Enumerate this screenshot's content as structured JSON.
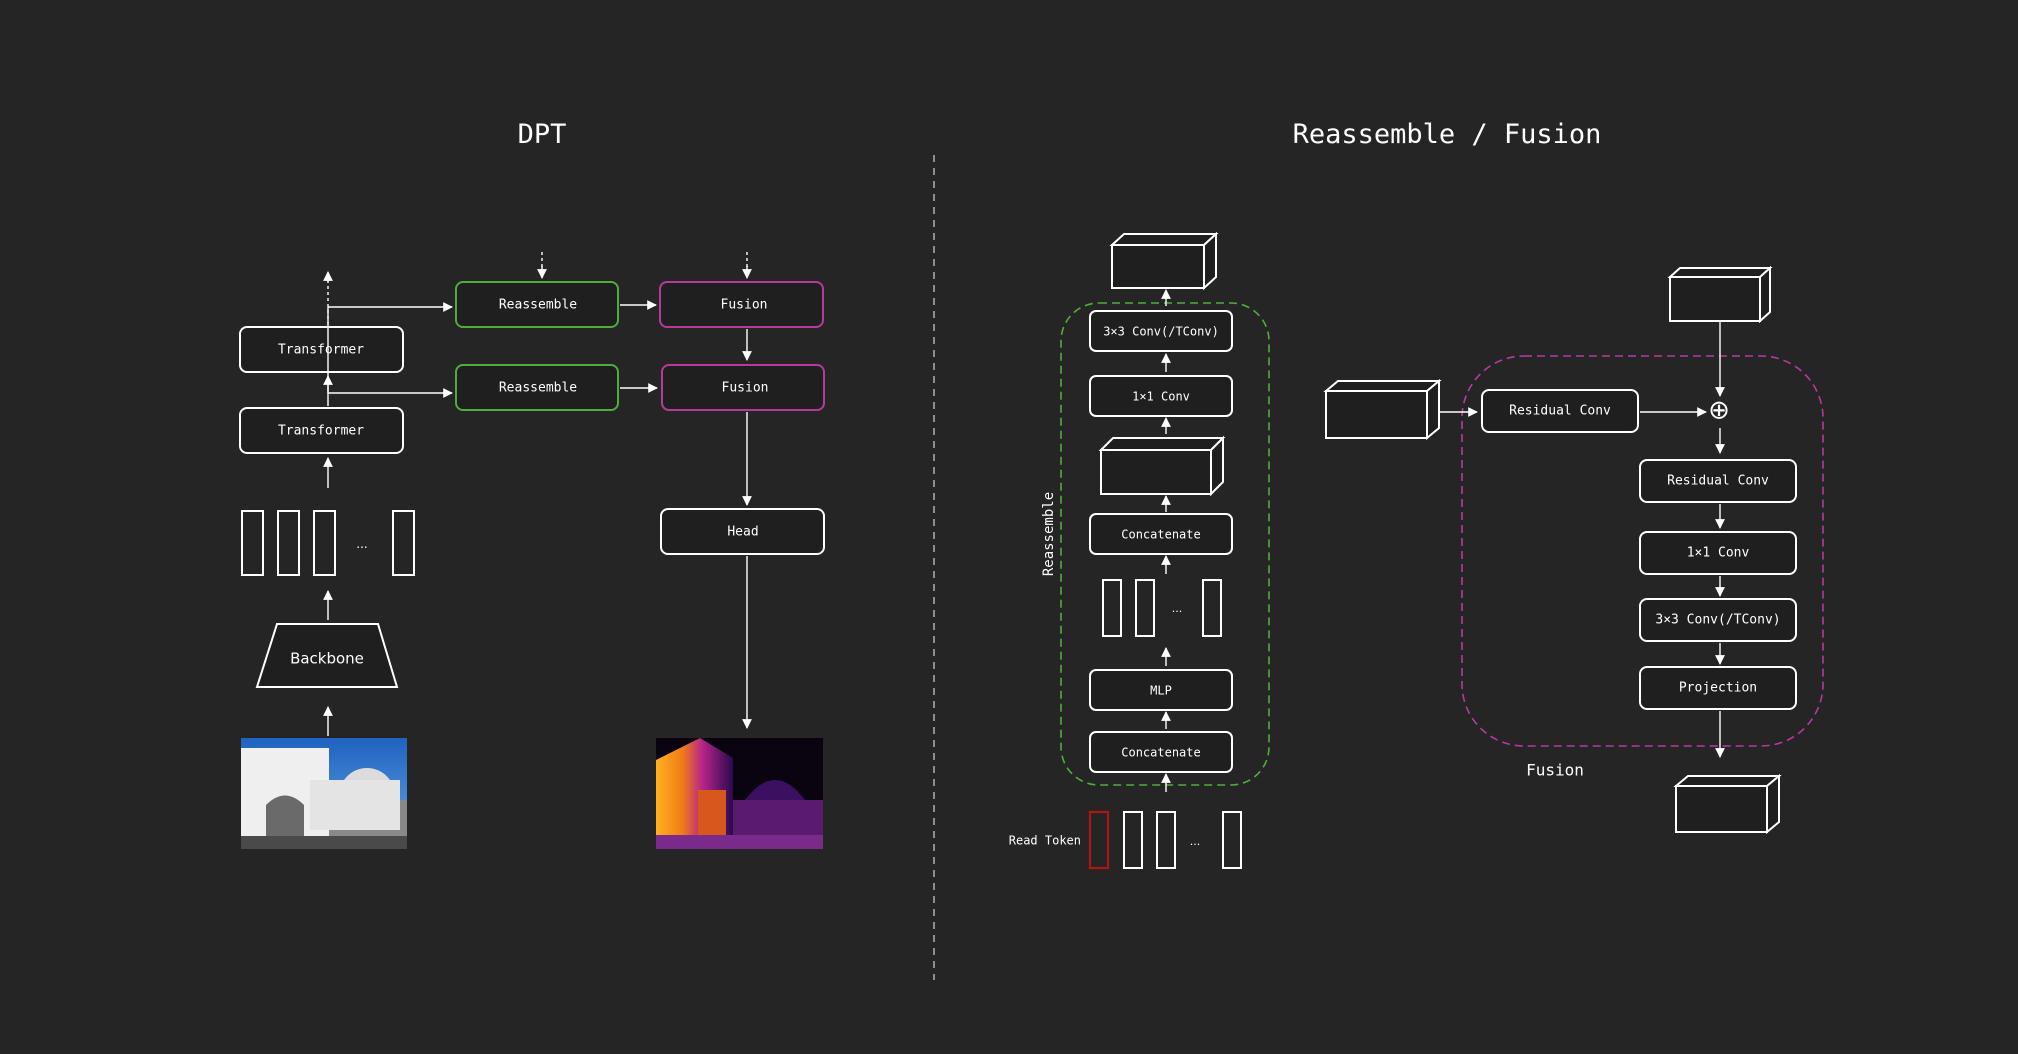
{
  "titles": {
    "left": "DPT",
    "right": "Reassemble / Fusion"
  },
  "dpt": {
    "transformer_top": "Transformer",
    "transformer_bottom": "Transformer",
    "reassemble_top": "Reassemble",
    "reassemble_bottom": "Reassemble",
    "fusion_top": "Fusion",
    "fusion_bottom": "Fusion",
    "head": "Head",
    "backbone": "Backbone",
    "token_ellipsis": "..."
  },
  "reassemble_detail": {
    "group_label": "Reassemble",
    "conv3": "3×3 Conv(/TConv)",
    "conv1": "1×1 Conv",
    "concat_top": "Concatenate",
    "mlp": "MLP",
    "concat_bottom": "Concatenate",
    "read_token": "Read Token",
    "token_ellipsis": "..."
  },
  "fusion_detail": {
    "group_label": "Fusion",
    "residual_conv_left": "Residual Conv",
    "residual_conv": "Residual Conv",
    "conv1": "1×1 Conv",
    "conv3": "3×3 Conv(/TConv)",
    "projection": "Projection",
    "sum_symbol": "⊕"
  },
  "colors": {
    "background": "#252525",
    "reassemble_accent": "#4fae3a",
    "fusion_accent": "#b8399e",
    "read_token": "#b01515"
  }
}
